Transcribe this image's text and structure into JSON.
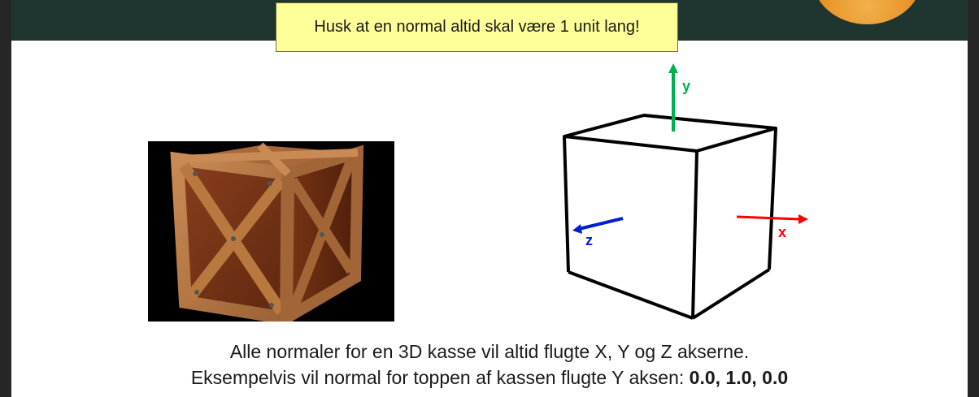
{
  "note": {
    "text": "Husk at en normal altid skal være 1 unit lang!"
  },
  "axes": {
    "x": "x",
    "y": "y",
    "z": "z"
  },
  "colors": {
    "header": "#1e3530",
    "note_bg": "#ffff99",
    "x_axis": "#ff0000",
    "y_axis": "#00b050",
    "z_axis": "#0020d0"
  },
  "caption": {
    "line1": "Alle normaler for en 3D kasse vil altid flugte X, Y og Z akserne.",
    "line2": "Eksempelvis vil normal for toppen af kassen flugte Y aksen: ",
    "value": "0.0, 1.0, 0.0"
  }
}
